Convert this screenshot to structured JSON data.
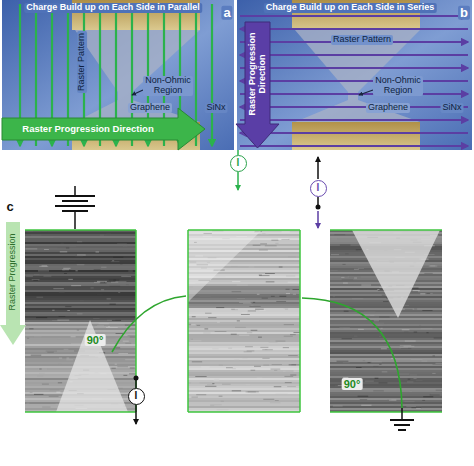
{
  "diagram": {
    "nodes": [
      {
        "text": [
          "I"
        ]
      },
      {
        "text": [
          "I"
        ]
      },
      {
        "text": [
          "I"
        ]
      }
    ],
    "labels": [
      "Charge Build up on Each Side in Parallel",
      "a",
      "Raster Pattern",
      "Non-Ohmic Region",
      "Graphene",
      "SiNx",
      "Raster Progression Direction",
      "Charge Build up on Each Side in Series",
      "b",
      "Raster Pattern",
      "Raster Progression Direction",
      "Non-Ohmic Region",
      "Graphene",
      "SiNx",
      "c",
      "Raster Progression",
      "90°",
      "90°"
    ]
  }
}
